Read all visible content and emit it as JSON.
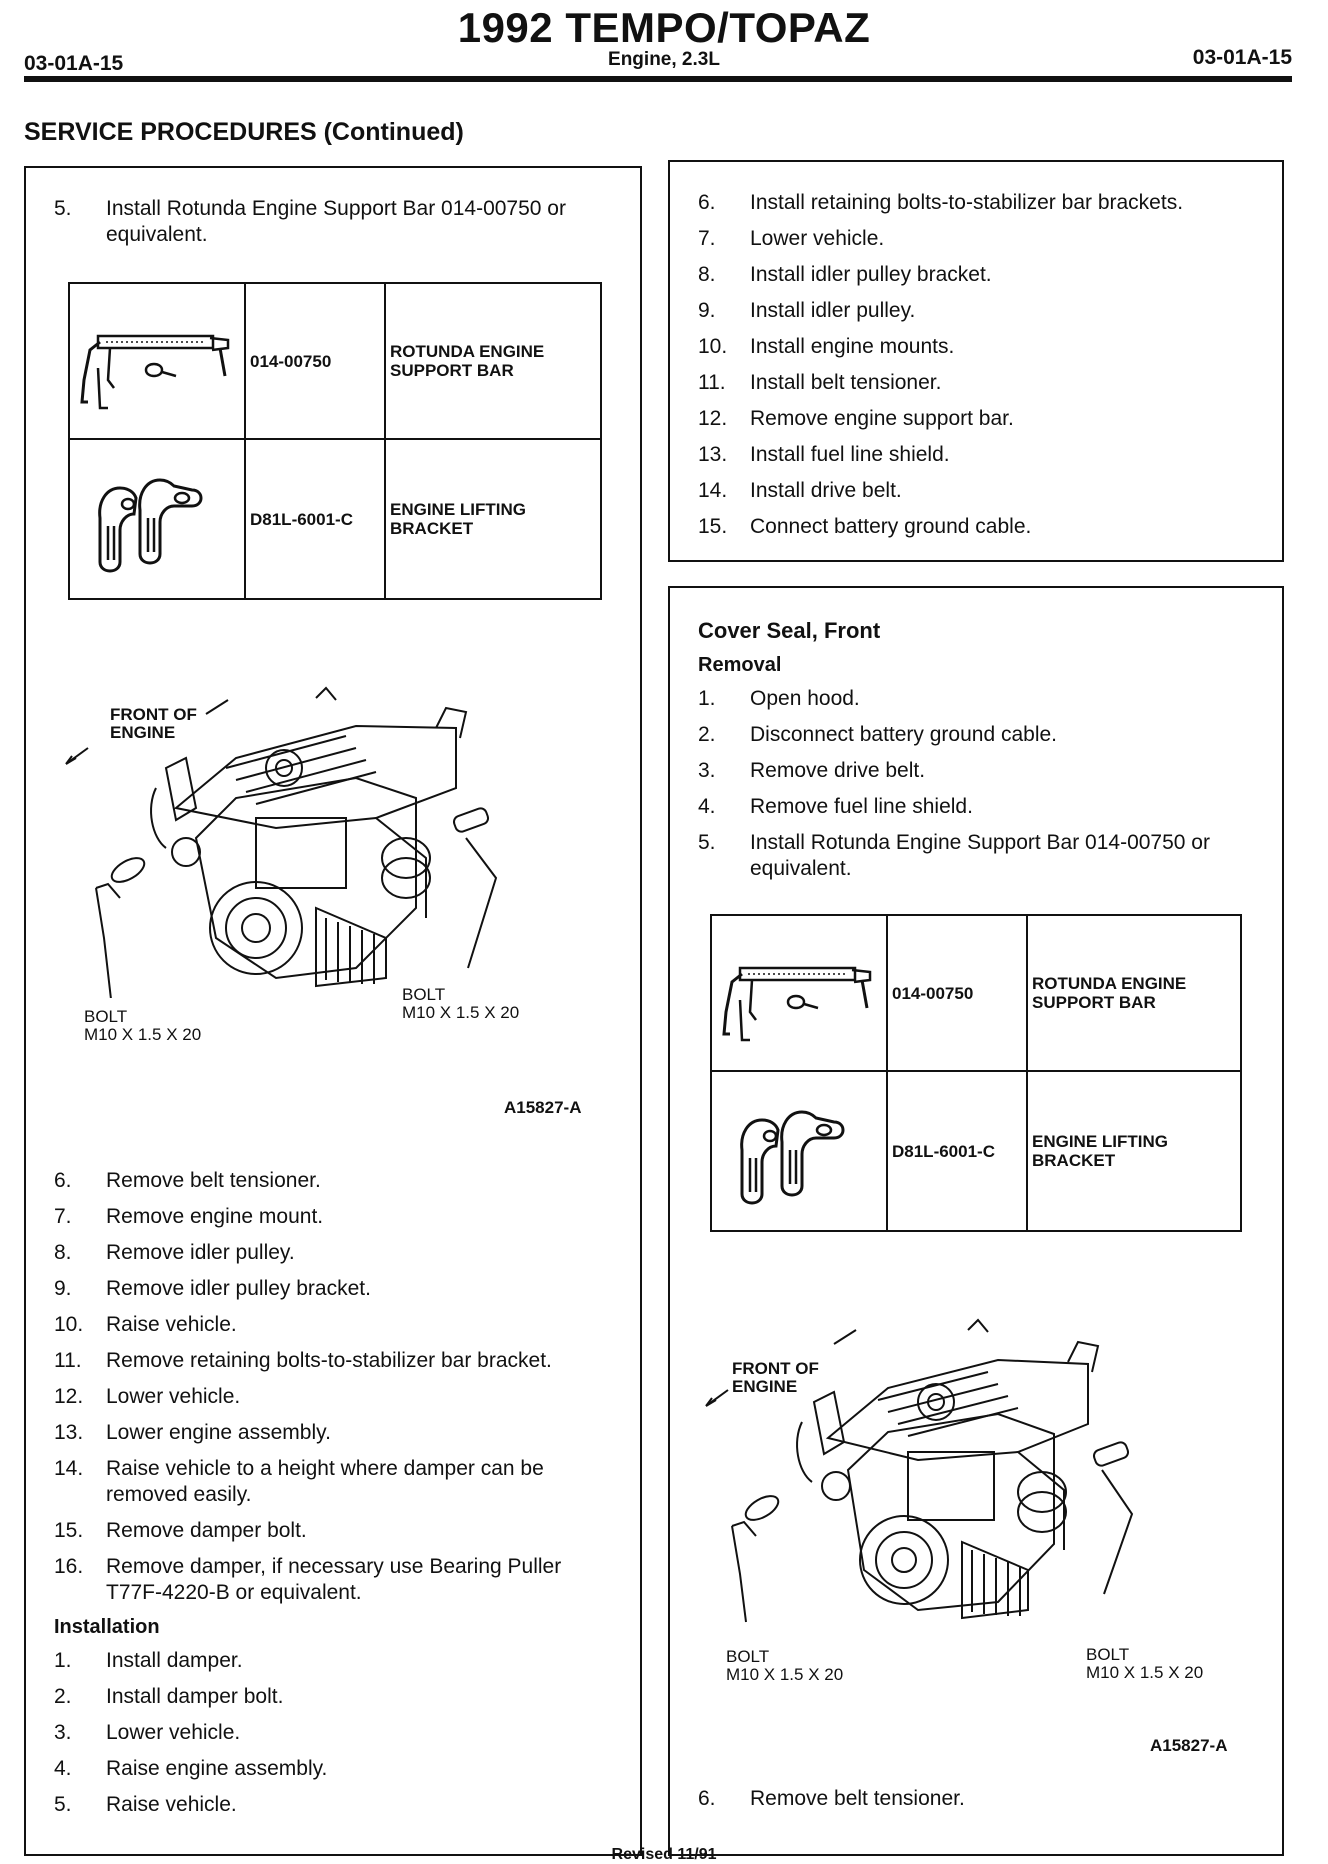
{
  "header": {
    "code_left": "03-01A-15",
    "title": "1992 TEMPO/TOPAZ",
    "subtitle": "Engine, 2.3L",
    "code_right": "03-01A-15"
  },
  "section_title": "SERVICE PROCEDURES (Continued)",
  "left": {
    "step5": {
      "n": "5.",
      "text": "Install Rotunda Engine Support Bar 014-00750 or equivalent."
    },
    "tools": [
      {
        "number": "014-00750",
        "name": "ROTUNDA ENGINE SUPPORT BAR",
        "icon": "support-bar-icon"
      },
      {
        "number": "D81L-6001-C",
        "name": "ENGINE LIFTING BRACKET",
        "icon": "lifting-bracket-icon"
      }
    ],
    "figure": {
      "front_label": "FRONT OF ENGINE",
      "bolt_left_1": "BOLT",
      "bolt_left_2": "M10 X 1.5 X 20",
      "bolt_right_1": "BOLT",
      "bolt_right_2": "M10 X 1.5 X 20",
      "code": "A15827-A"
    },
    "removal_steps": [
      {
        "n": "6.",
        "text": "Remove belt tensioner."
      },
      {
        "n": "7.",
        "text": "Remove engine mount."
      },
      {
        "n": "8.",
        "text": "Remove idler pulley."
      },
      {
        "n": "9.",
        "text": "Remove idler pulley bracket."
      },
      {
        "n": "10.",
        "text": "Raise vehicle."
      },
      {
        "n": "11.",
        "text": "Remove retaining bolts-to-stabilizer bar bracket."
      },
      {
        "n": "12.",
        "text": "Lower vehicle."
      },
      {
        "n": "13.",
        "text": "Lower engine assembly."
      },
      {
        "n": "14.",
        "text": "Raise vehicle to a height where damper can be removed easily."
      },
      {
        "n": "15.",
        "text": "Remove damper bolt."
      },
      {
        "n": "16.",
        "text": "Remove damper, if necessary use Bearing Puller T77F-4220-B or equivalent."
      }
    ],
    "installation_title": "Installation",
    "installation_steps": [
      {
        "n": "1.",
        "text": "Install damper."
      },
      {
        "n": "2.",
        "text": "Install damper bolt."
      },
      {
        "n": "3.",
        "text": "Lower vehicle."
      },
      {
        "n": "4.",
        "text": "Raise engine assembly."
      },
      {
        "n": "5.",
        "text": "Raise vehicle."
      }
    ]
  },
  "right": {
    "steps": [
      {
        "n": "6.",
        "text": "Install retaining bolts-to-stabilizer bar brackets."
      },
      {
        "n": "7.",
        "text": "Lower vehicle."
      },
      {
        "n": "8.",
        "text": "Install idler pulley bracket."
      },
      {
        "n": "9.",
        "text": "Install idler pulley."
      },
      {
        "n": "10.",
        "text": "Install engine mounts."
      },
      {
        "n": "11.",
        "text": "Install belt tensioner."
      },
      {
        "n": "12.",
        "text": "Remove engine support bar."
      },
      {
        "n": "13.",
        "text": "Install fuel line shield."
      },
      {
        "n": "14.",
        "text": "Install drive belt."
      },
      {
        "n": "15.",
        "text": "Connect battery ground cable."
      }
    ],
    "cover_title": "Cover Seal, Front",
    "removal_title": "Removal",
    "removal_steps": [
      {
        "n": "1.",
        "text": "Open hood."
      },
      {
        "n": "2.",
        "text": "Disconnect battery ground cable."
      },
      {
        "n": "3.",
        "text": "Remove drive belt."
      },
      {
        "n": "4.",
        "text": "Remove fuel line shield."
      },
      {
        "n": "5.",
        "text": "Install Rotunda Engine Support Bar 014-00750 or equivalent."
      }
    ],
    "tools": [
      {
        "number": "014-00750",
        "name": "ROTUNDA ENGINE SUPPORT BAR",
        "icon": "support-bar-icon"
      },
      {
        "number": "D81L-6001-C",
        "name": "ENGINE LIFTING BRACKET",
        "icon": "lifting-bracket-icon"
      }
    ],
    "figure": {
      "front_label": "FRONT OF ENGINE",
      "bolt_left_1": "BOLT",
      "bolt_left_2": "M10 X 1.5 X 20",
      "bolt_right_1": "BOLT",
      "bolt_right_2": "M10 X 1.5 X 20",
      "code": "A15827-A"
    },
    "last_step": {
      "n": "6.",
      "text": "Remove belt tensioner."
    }
  },
  "footer": "Revised 11/91"
}
